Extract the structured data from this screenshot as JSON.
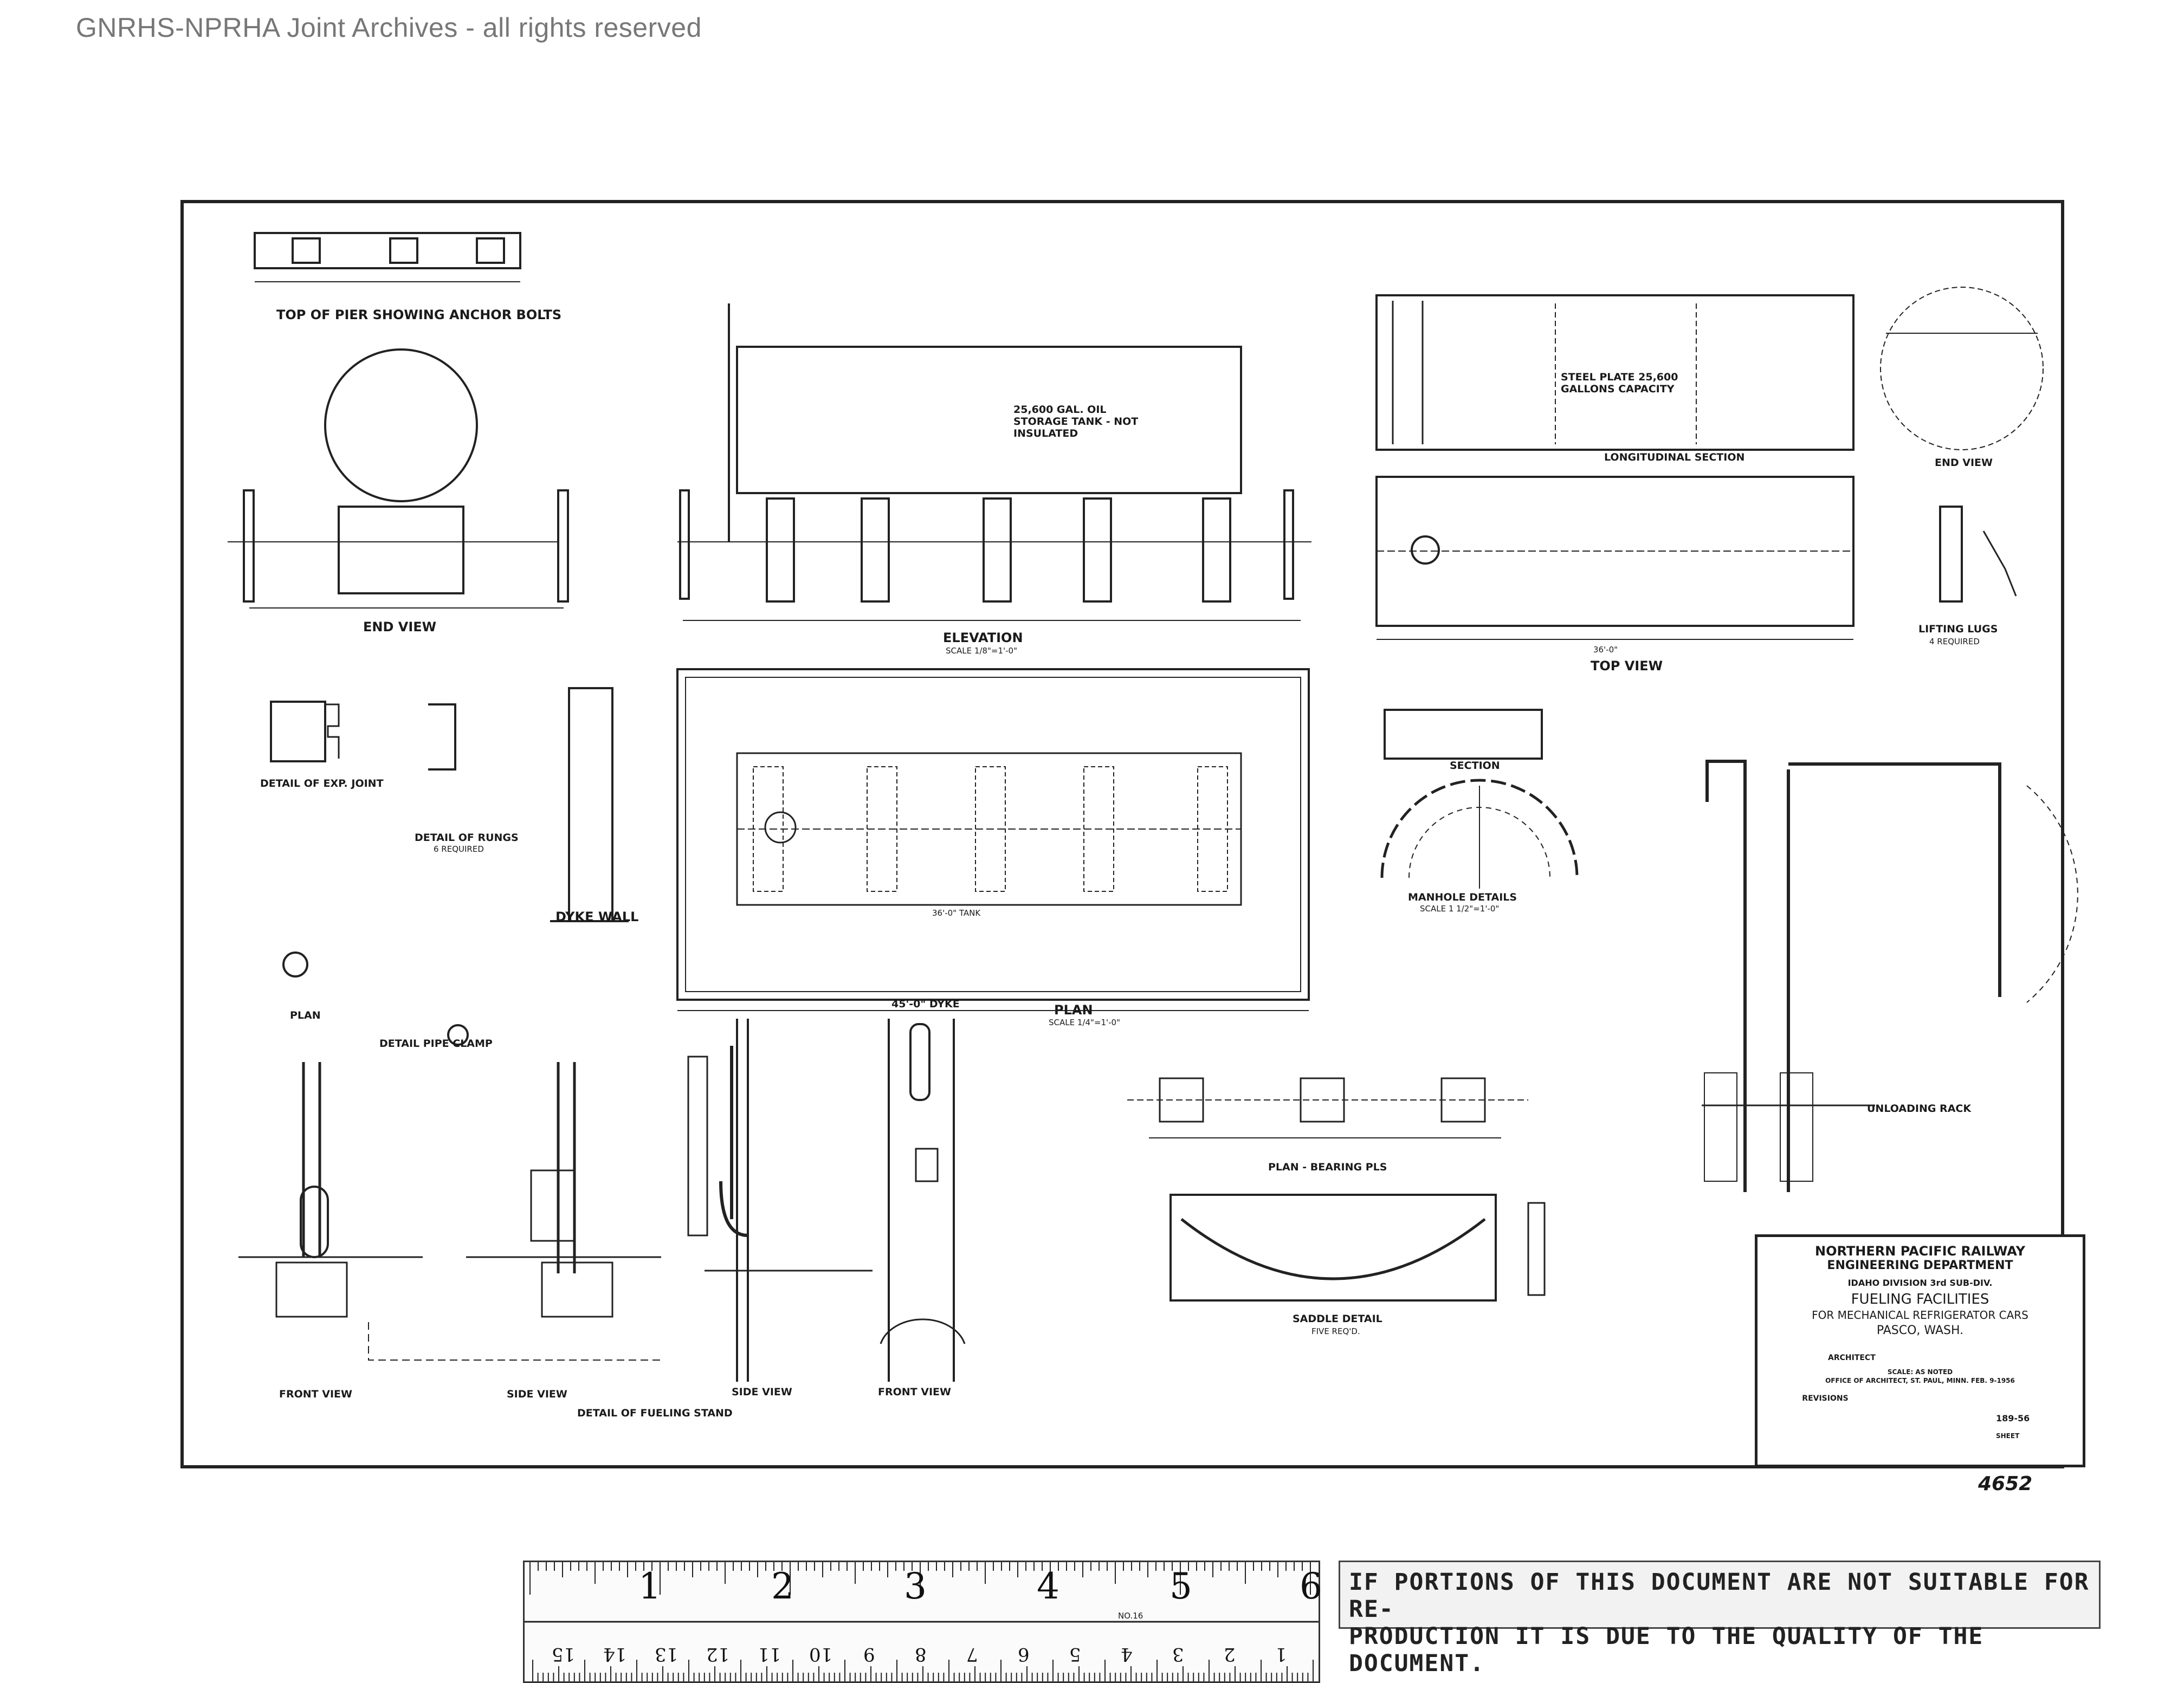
{
  "header": {
    "watermark": "GNRHS-NPRHA Joint Archives - all rights reserved"
  },
  "labels": {
    "top_of_pier": "TOP OF PIER SHOWING ANCHOR BOLTS",
    "end_view_left": "END VIEW",
    "elevation": "ELEVATION",
    "elevation_scale": "SCALE 1/8\"=1'-0\"",
    "tank_capacity_elev": "25,600 GAL. OIL STORAGE TANK - NOT INSULATED",
    "steel_plate_note": "STEEL PLATE 25,600 GALLONS CAPACITY",
    "longitudinal_section": "LONGITUDINAL SECTION",
    "end_view_right": "END VIEW",
    "top_view": "TOP VIEW",
    "lifting_lugs": "LIFTING LUGS",
    "lifting_lugs_req": "4 REQUIRED",
    "detail_exp_joint": "DETAIL OF EXP. JOINT",
    "detail_rungs": "DETAIL OF RUNGS",
    "rungs_req": "6 REQUIRED",
    "dyke_wall": "DYKE WALL",
    "plan_small": "PLAN",
    "plan_main": "PLAN",
    "plan_scale": "SCALE 1/4\"=1'-0\"",
    "section": "SECTION",
    "manhole_details": "MANHOLE DETAILS",
    "manhole_scale": "SCALE 1 1/2\"=1'-0\"",
    "unloading_rack": "UNLOADING RACK",
    "detail_pipe_clamp": "DETAIL PIPE CLAMP",
    "plan_bearing": "PLAN - BEARING PLS",
    "saddle_detail": "SADDLE DETAIL",
    "saddle_req": "FIVE REQ'D.",
    "front_view_1": "FRONT VIEW",
    "side_view_1": "SIDE VIEW",
    "side_view_2": "SIDE VIEW",
    "front_view_2": "FRONT VIEW",
    "detail_fueling_stand": "DETAIL OF FUELING STAND",
    "dim_45_dyke": "45'-0\" DYKE",
    "dim_36_tank": "36'-0\" TANK",
    "dim_36_top": "36'-0\"",
    "stamp_number": "4652"
  },
  "title_block": {
    "company": "NORTHERN PACIFIC RAILWAY",
    "department": "ENGINEERING DEPARTMENT",
    "division": "IDAHO DIVISION 3rd SUB-DIV.",
    "title": "FUELING FACILITIES",
    "subtitle": "FOR MECHANICAL REFRIGERATOR CARS",
    "location": "PASCO, WASH.",
    "architect": "ARCHITECT",
    "scale": "SCALE: AS NOTED",
    "office": "OFFICE OF ARCHITECT, ST. PAUL, MINN. FEB. 9-1956",
    "revisions": "REVISIONS",
    "file_no": "189-56",
    "sheet": "SHEET"
  },
  "ruler": {
    "inches": [
      "1",
      "2",
      "3",
      "4",
      "5",
      "6"
    ],
    "cm": [
      "1",
      "2",
      "3",
      "4",
      "5",
      "6",
      "7",
      "8",
      "9",
      "10",
      "11",
      "12",
      "13",
      "14",
      "15"
    ],
    "model": "No.16"
  },
  "notice": {
    "line1": "IF PORTIONS OF THIS DOCUMENT ARE NOT SUITABLE FOR RE-",
    "line2": "PRODUCTION IT IS DUE TO THE QUALITY OF THE DOCUMENT."
  }
}
